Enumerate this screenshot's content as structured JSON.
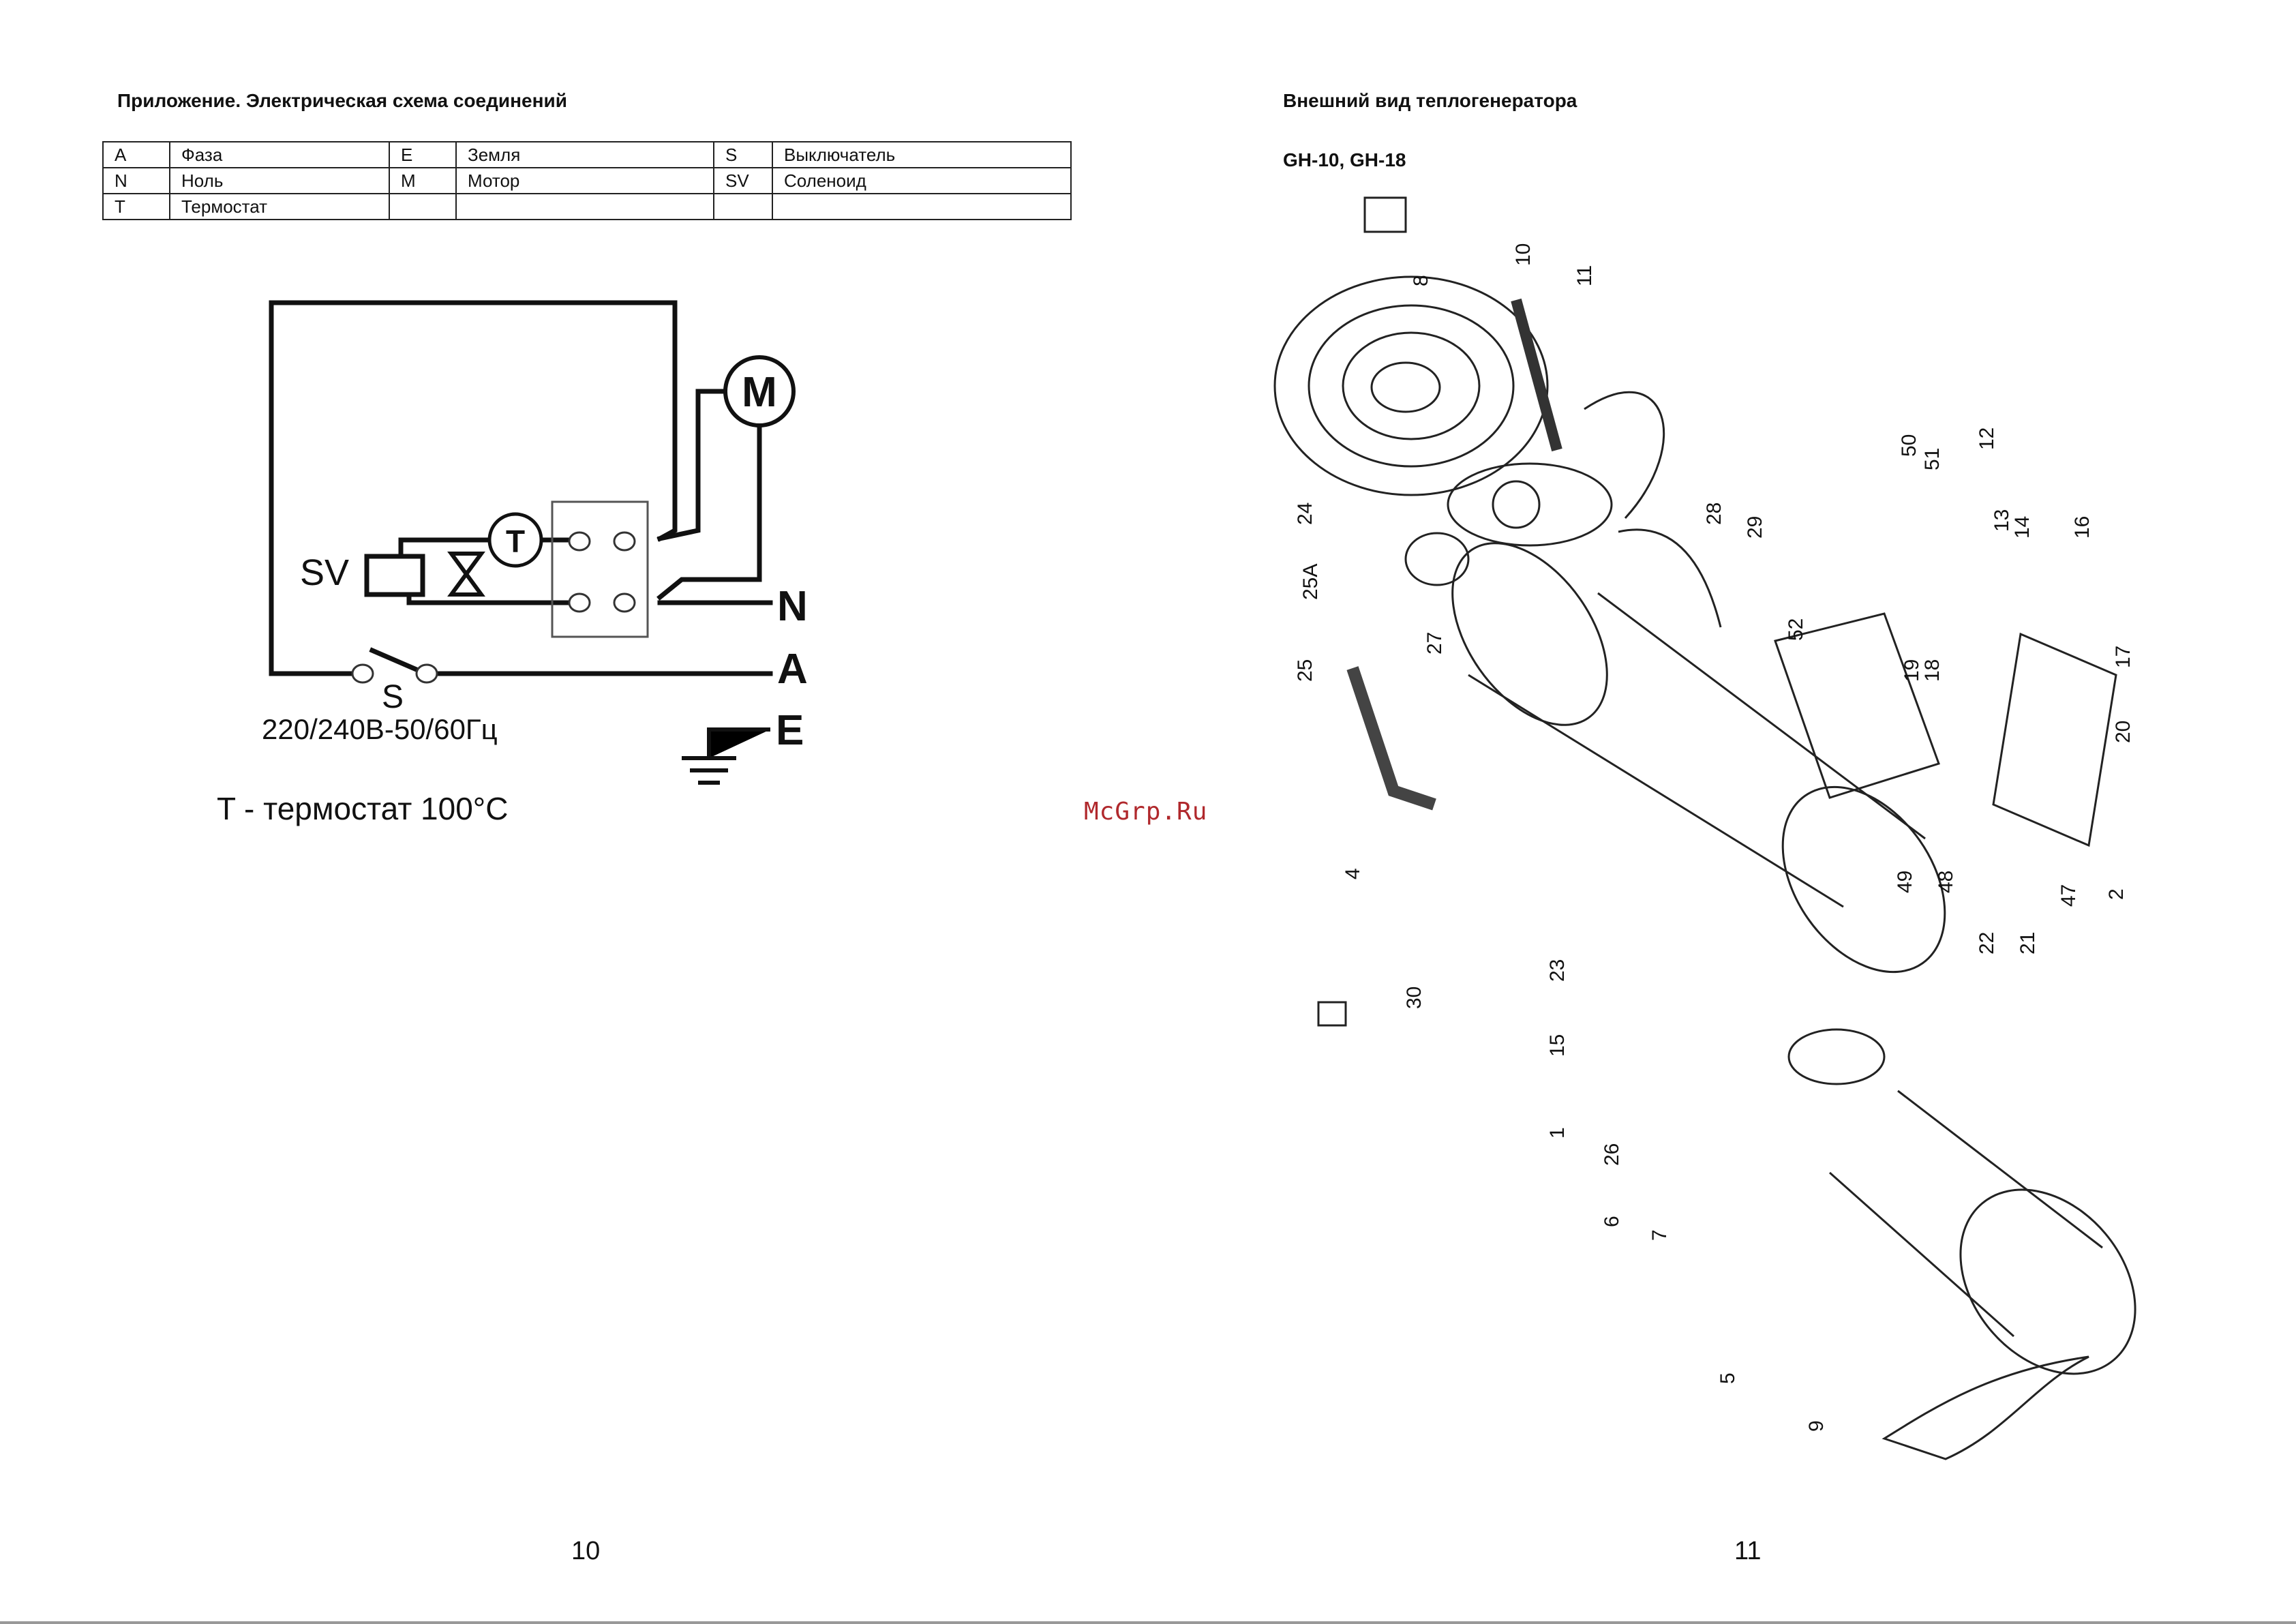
{
  "left_page": {
    "title": "Приложение.  Электрическая схема соединений",
    "legend_rows": [
      {
        "c1": "A",
        "n1": "Фаза",
        "c2": "E",
        "n2": "Земля",
        "c3": "S",
        "n3": "Выключатель"
      },
      {
        "c1": "N",
        "n1": "Ноль",
        "c2": "M",
        "n2": "Мотор",
        "c3": "SV",
        "n3": "Соленоид"
      },
      {
        "c1": "T",
        "n1": "Термостат",
        "c2": "",
        "n2": "",
        "c3": "",
        "n3": ""
      }
    ],
    "schematic": {
      "motor": "M",
      "thermostat": "T",
      "solenoid": "SV",
      "line_n": "N",
      "line_a": "A",
      "line_e": "E",
      "switch": "S",
      "supply": "220/240В-50/60Гц",
      "note": "T - термостат 100°C"
    },
    "page_number": "10"
  },
  "watermark": "McGrp.Ru",
  "right_page": {
    "title": "Внешний вид теплогенератора",
    "models": "GH-10, GH-18",
    "part_numbers": [
      "10",
      "11",
      "8",
      "50",
      "51",
      "12",
      "13",
      "14",
      "16",
      "24",
      "28",
      "29",
      "25A",
      "27",
      "52",
      "19",
      "18",
      "17",
      "25",
      "20",
      "4",
      "49",
      "48",
      "47",
      "2",
      "22",
      "21",
      "23",
      "30",
      "15",
      "1",
      "26",
      "6",
      "7",
      "5",
      "9"
    ],
    "page_number": "11"
  },
  "colors": {
    "ink": "#111111",
    "watermark": "#b0282c"
  }
}
